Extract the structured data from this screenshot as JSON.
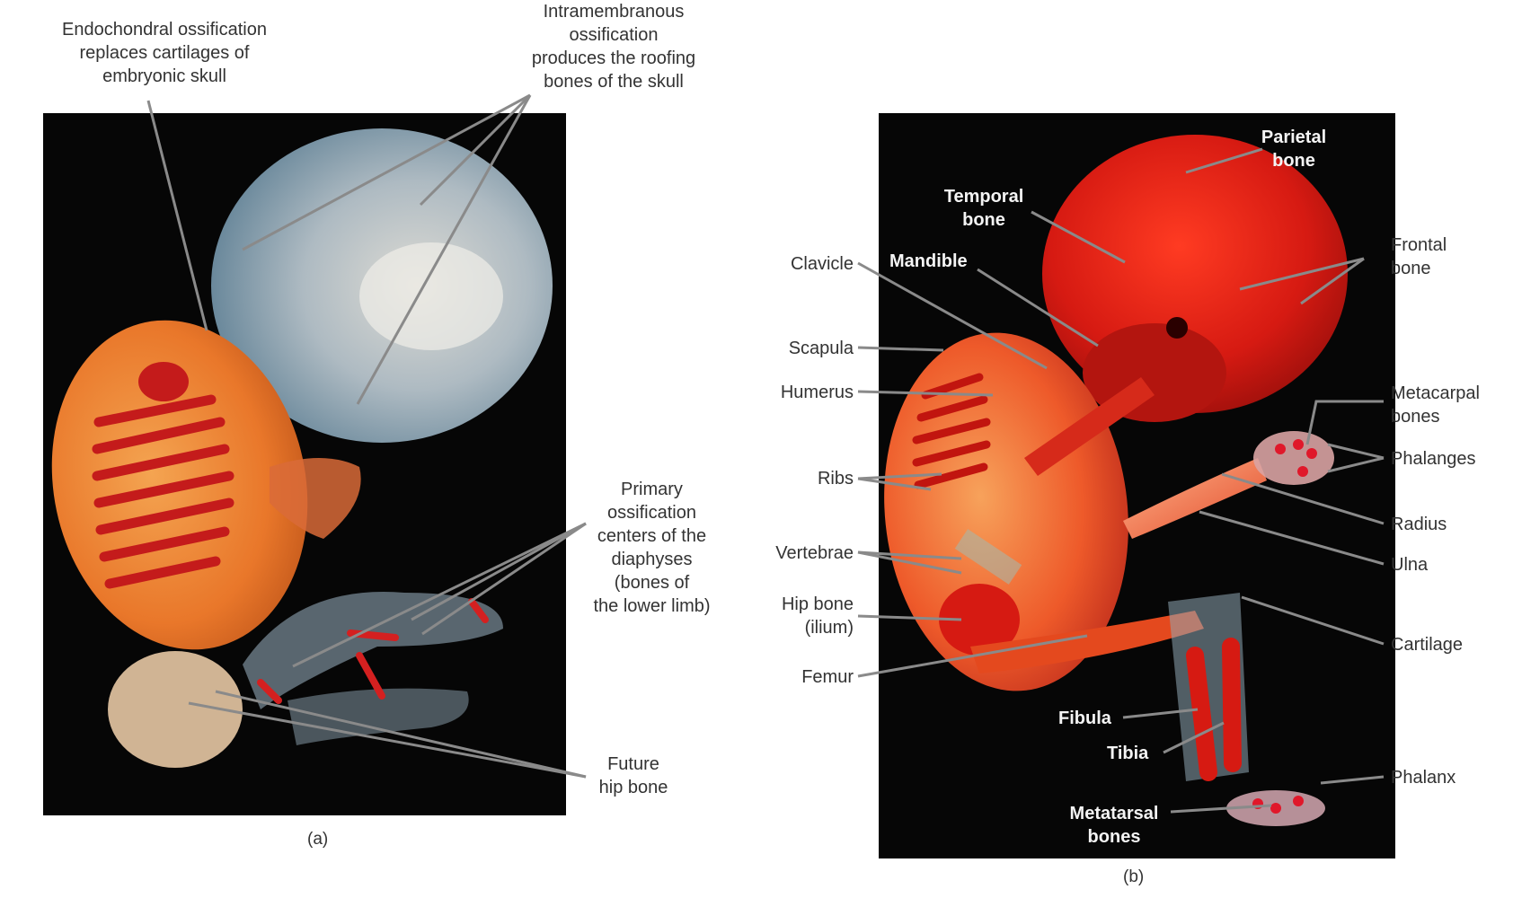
{
  "panel_a": {
    "caption": "(a)",
    "labels": {
      "endochondral": "Endochondral ossification\nreplaces cartilages of\nembryonic skull",
      "intramembranous": "Intramembranous\nossification\nproduces the roofing\nbones of the skull",
      "primary": "Primary\nossification\ncenters of the\ndiaphyses\n(bones of\nthe lower limb)",
      "future_hip": "Future\nhip bone"
    }
  },
  "panel_b": {
    "caption": "(b)",
    "labels": {
      "parietal": "Parietal\nbone",
      "temporal": "Temporal\nbone",
      "frontal": "Frontal\nbone",
      "clavicle": "Clavicle",
      "mandible": "Mandible",
      "scapula": "Scapula",
      "humerus": "Humerus",
      "metacarpal": "Metacarpal\nbones",
      "phalanges": "Phalanges",
      "ribs": "Ribs",
      "radius": "Radius",
      "vertebrae": "Vertebrae",
      "ulna": "Ulna",
      "hip_bone": "Hip bone\n(ilium)",
      "cartilage": "Cartilage",
      "femur": "Femur",
      "fibula": "Fibula",
      "tibia": "Tibia",
      "phalanx": "Phalanx",
      "metatarsal": "Metatarsal\nbones"
    }
  }
}
